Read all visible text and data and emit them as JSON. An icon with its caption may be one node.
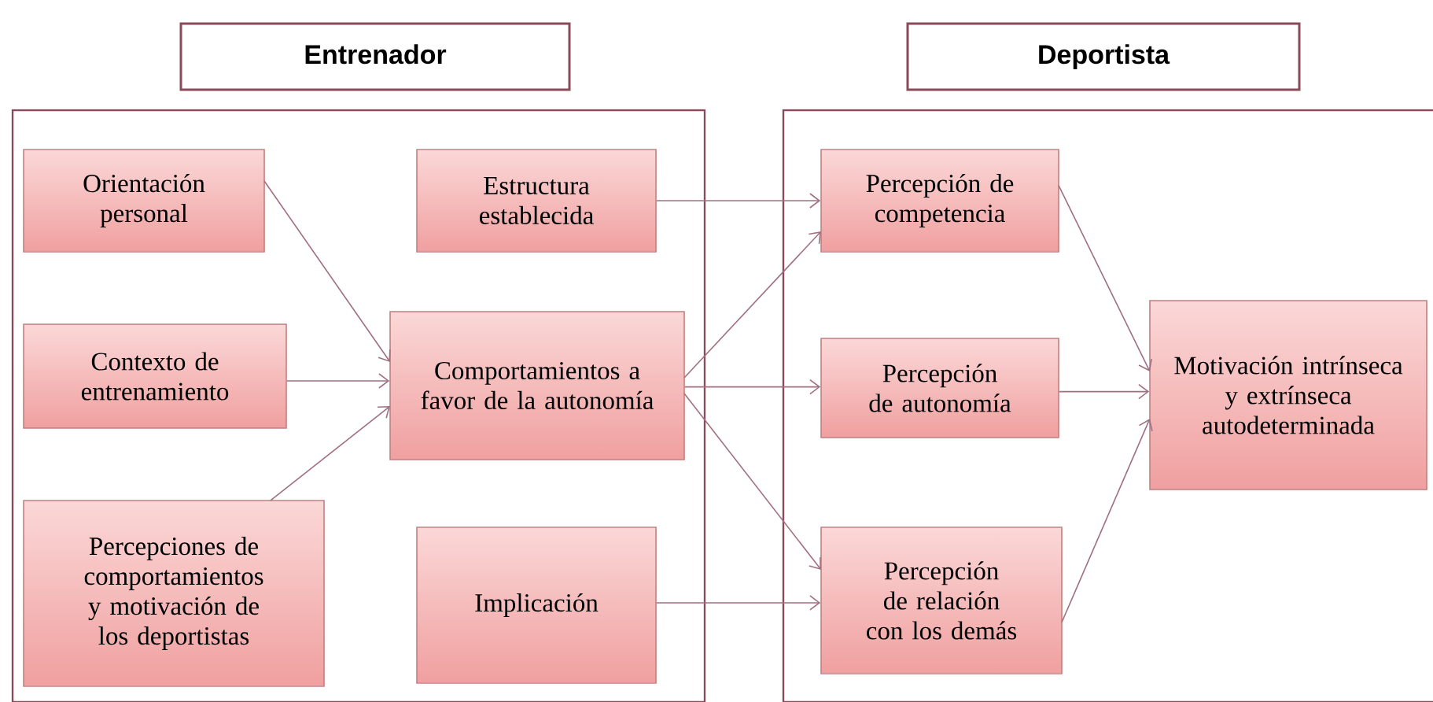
{
  "diagram": {
    "nodes": [
      {
        "text": [
          "Entrenador"
        ]
      },
      {
        "text": [
          "Orientación personal"
        ],
        "in": 0
      },
      {
        "text": [
          "Estructura establecida"
        ],
        "in": 0
      },
      {
        "text": [
          "Contexto de entrenamiento"
        ],
        "in": 0
      },
      {
        "text": [
          "Comportamientos a favor de la autonomía"
        ],
        "in": 0
      },
      {
        "text": [
          "Percepciones de comportamientos y motivación de los deportistas"
        ],
        "in": 0
      },
      {
        "text": [
          "Implicación"
        ],
        "in": 0
      },
      {
        "text": [
          "Deportista"
        ]
      },
      {
        "text": [
          "Percepción de competencia"
        ],
        "in": 7
      },
      {
        "text": [
          "Percepción de autonomía"
        ],
        "in": 7
      },
      {
        "text": [
          "Percepción de relación con los demás"
        ],
        "in": 7
      },
      {
        "text": [
          "Motivación intrínseca y extrínseca autodeterminada"
        ],
        "in": 7
      }
    ],
    "edges": [
      {
        "from": 1,
        "to": 4,
        "arrow": "to"
      },
      {
        "from": 3,
        "to": 4,
        "arrow": "to"
      },
      {
        "from": 5,
        "to": 4,
        "arrow": "to"
      },
      {
        "from": 2,
        "to": 8,
        "arrow": "to"
      },
      {
        "from": 4,
        "to": 8,
        "arrow": "to"
      },
      {
        "from": 4,
        "to": 9,
        "arrow": "to"
      },
      {
        "from": 4,
        "to": 10,
        "arrow": "to"
      },
      {
        "from": 6,
        "to": 10,
        "arrow": "to"
      },
      {
        "from": 8,
        "to": 11,
        "arrow": "to"
      },
      {
        "from": 9,
        "to": 11,
        "arrow": "to"
      },
      {
        "from": 10,
        "to": 11,
        "arrow": "to"
      }
    ]
  }
}
